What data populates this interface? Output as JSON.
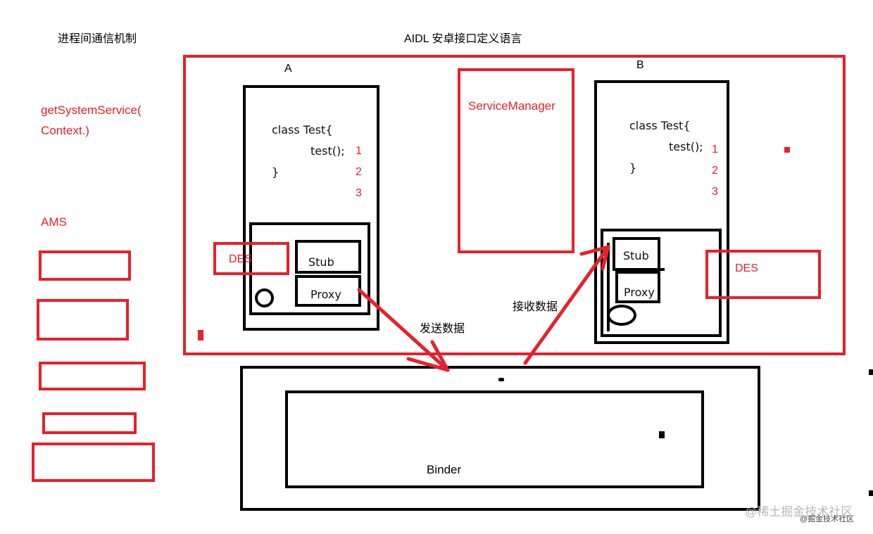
{
  "headings": {
    "left": "进程间通信机制",
    "center": "AIDL 安卓接口定义语言"
  },
  "sidebar": {
    "get_system_service_line1": "getSystemService(",
    "get_system_service_line2": "Context.)",
    "ams": "AMS"
  },
  "process_a": {
    "label": "A",
    "code_line1": "class Test{",
    "code_line2": "test();",
    "code_line3": "}",
    "step1": "1",
    "step2": "2",
    "step3": "3",
    "stub": "Stub",
    "proxy": "Proxy",
    "des": "DES"
  },
  "service_manager": {
    "label": "ServiceManager"
  },
  "process_b": {
    "label": "B",
    "code_line1": "class Test{",
    "code_line2": "test();",
    "code_line3": "}",
    "step1": "1",
    "step2": "2",
    "step3": "3",
    "stub": "Stub",
    "proxy": "Proxy",
    "des": "DES"
  },
  "arrows": {
    "send": "发送数据",
    "receive": "接收数据"
  },
  "binder": {
    "label": "Binder"
  },
  "watermark": {
    "line1": "@稀土掘金技术社区",
    "line2": "@掘金技术社区"
  },
  "colors": {
    "red": "#e8202a",
    "black": "#000000"
  }
}
